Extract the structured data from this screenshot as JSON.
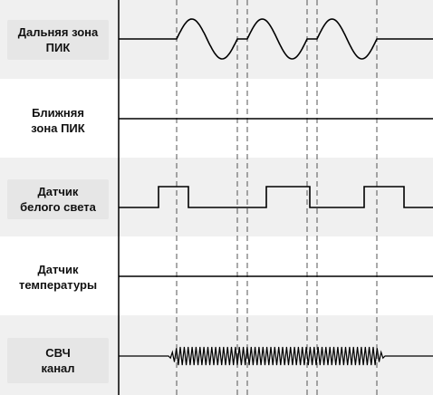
{
  "rows": [
    {
      "label": "Дальняя зона\nПИК"
    },
    {
      "label": "Ближняя\nзона ПИК"
    },
    {
      "label": "Датчик\nбелого света"
    },
    {
      "label": "Датчик\nтемпературы"
    },
    {
      "label": "СВЧ\nканал"
    }
  ],
  "colors": {
    "shaded_band": "#f0f0f0",
    "label_box": "#e6e6e6",
    "line": "#000000",
    "dashed": "#555555"
  }
}
